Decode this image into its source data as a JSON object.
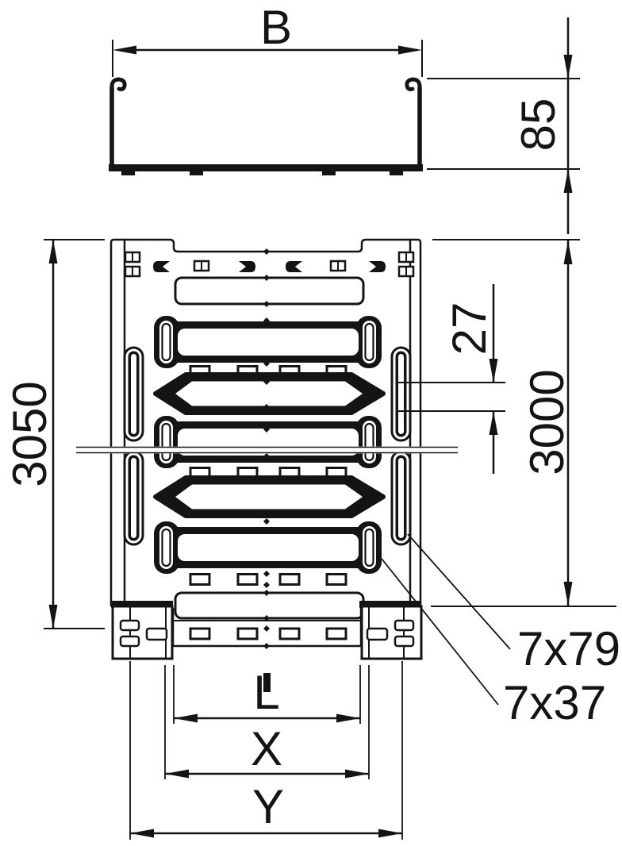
{
  "colors": {
    "ink": "#141414",
    "paper": "#ffffff"
  },
  "dimensions": {
    "cross_section": {
      "width": "B",
      "height": "85"
    },
    "plan": {
      "total_length": "3050",
      "delivery_length": "3000",
      "hole_pitch": "27",
      "rail_slot_size": "7x79",
      "floor_slot_size": "7x37",
      "length_inner": "L",
      "length_mid": "X",
      "length_outer": "Y"
    }
  }
}
